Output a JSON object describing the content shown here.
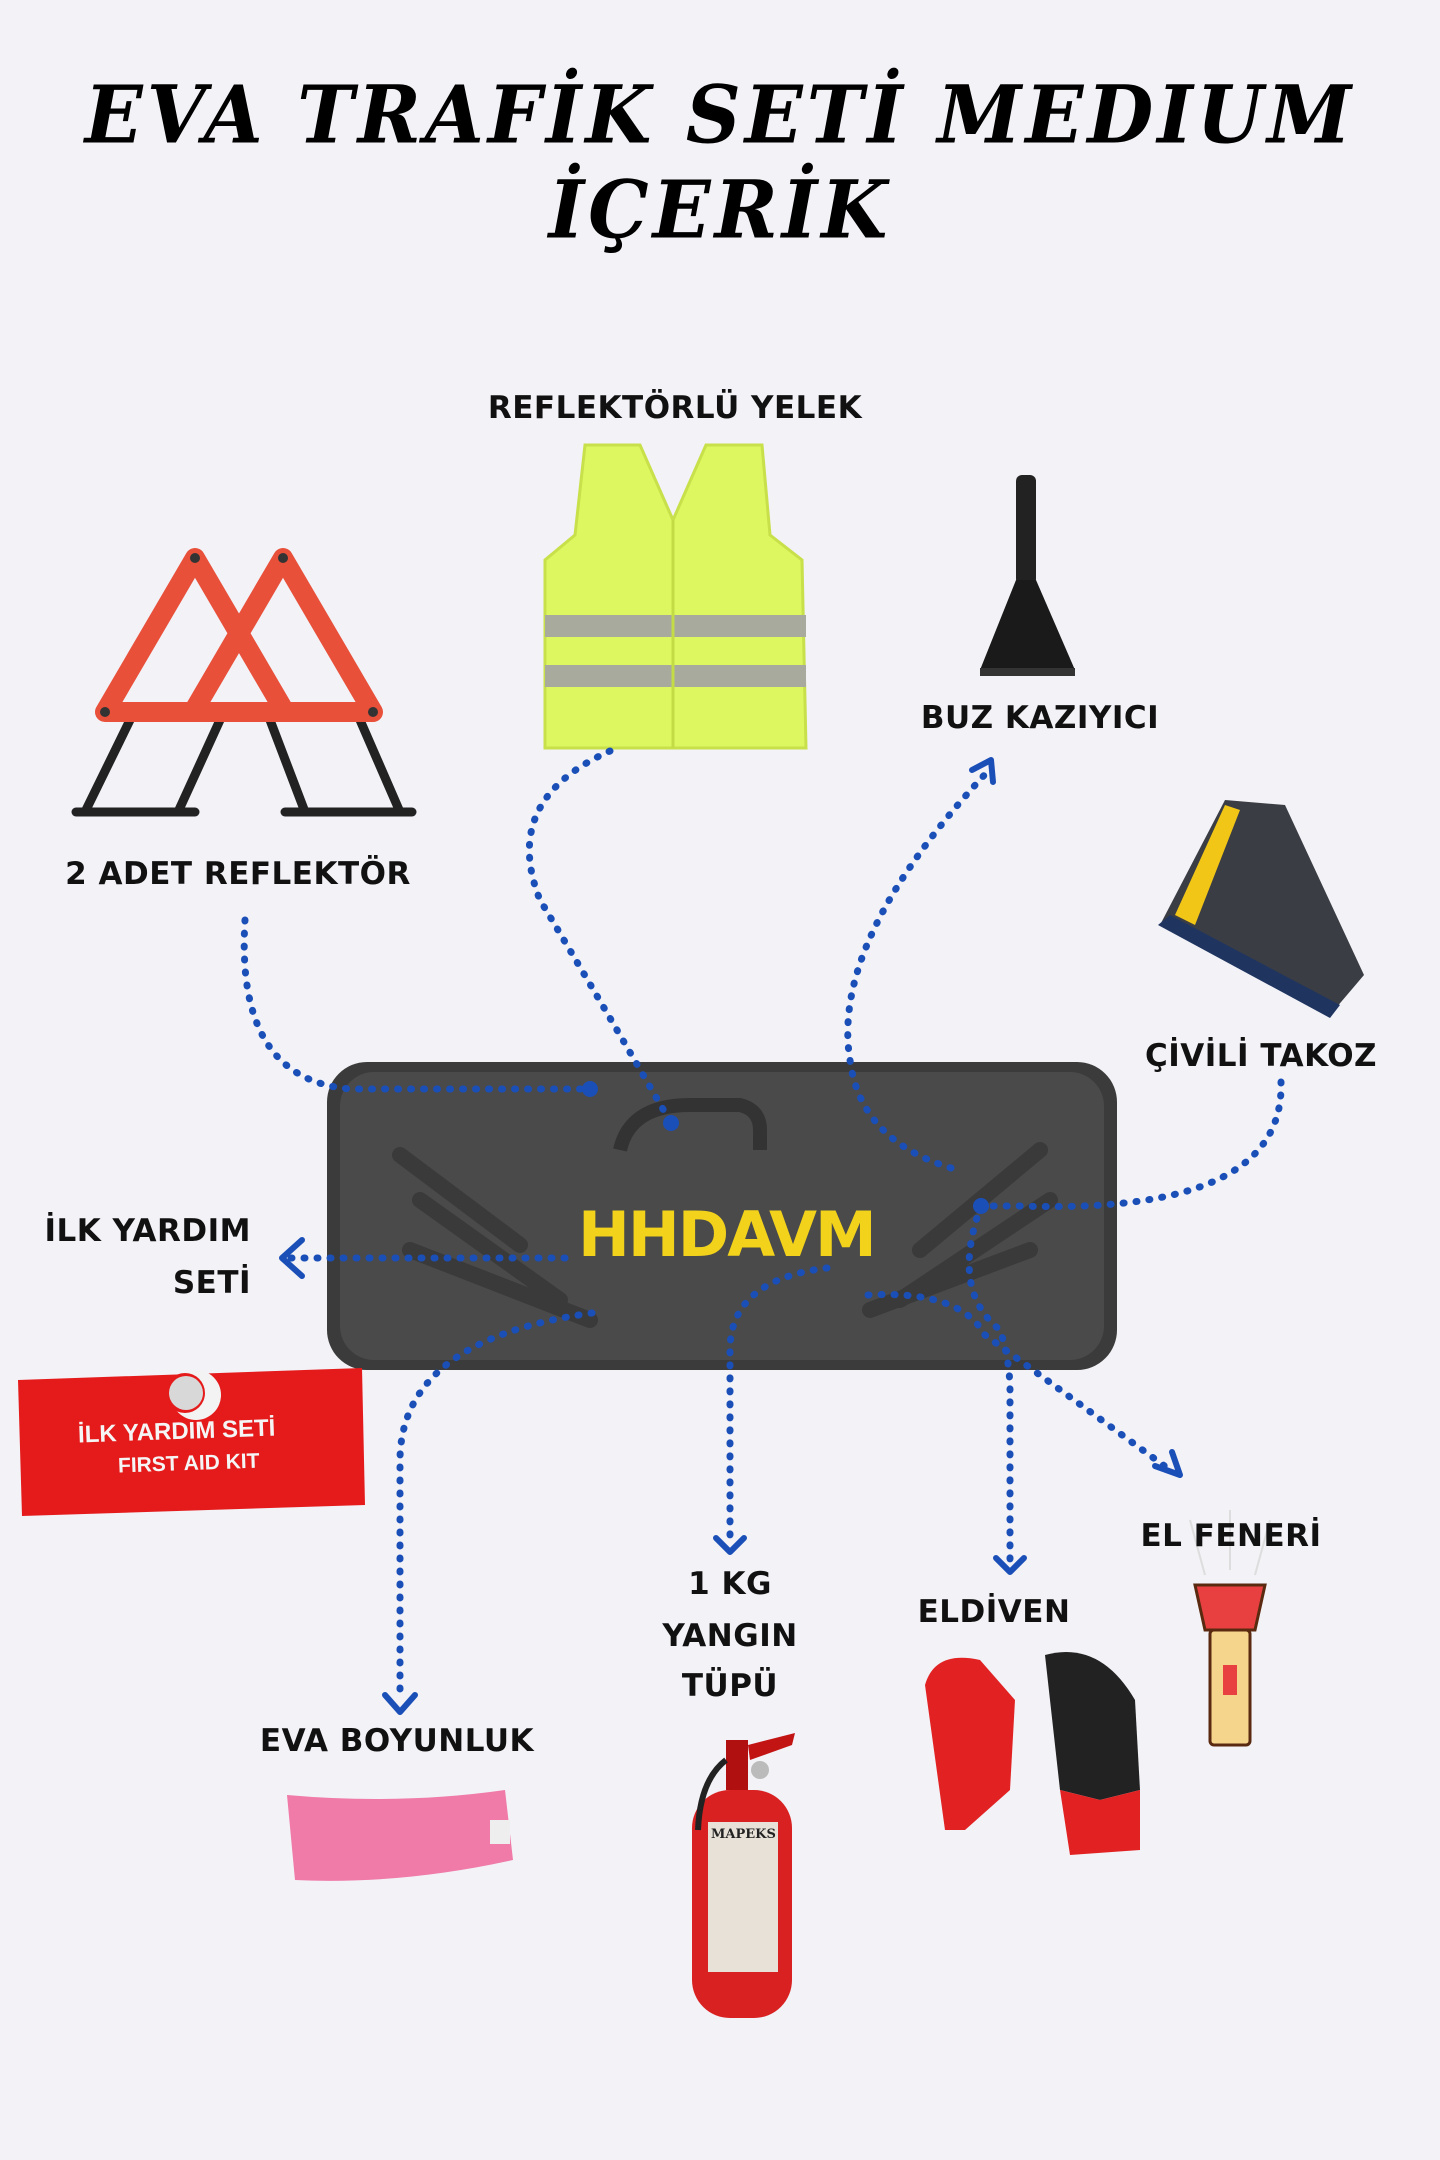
{
  "title": {
    "line1": "EVA TRAFİK SETİ MEDIUM",
    "line2": "İÇERİK"
  },
  "items": {
    "vest": "REFLEKTÖRLÜ YELEK",
    "scraper": "BUZ KAZIYICI",
    "triangles": "2 ADET REFLEKTÖR",
    "chock": "ÇİVİLİ TAKOZ",
    "first_aid_line1": "İLK YARDIM",
    "first_aid_line2": "SETİ",
    "flashlight": "EL FENERİ",
    "gloves": "ELDİVEN",
    "extinguisher_line1": "1 KG",
    "extinguisher_line2": "YANGIN",
    "extinguisher_line3": "TÜPÜ",
    "neck": "EVA BOYUNLUK"
  },
  "product_text": {
    "case_logo": "HHDAVM",
    "first_aid_kit_tr": "İLK YARDIM SETİ",
    "first_aid_kit_en": "FIRST AID KIT",
    "extinguisher_brand": "MAPEKS"
  },
  "colors": {
    "background": "#f2f2f7",
    "connector": "#1b4fb8",
    "logo_yellow": "#f2d21b"
  }
}
